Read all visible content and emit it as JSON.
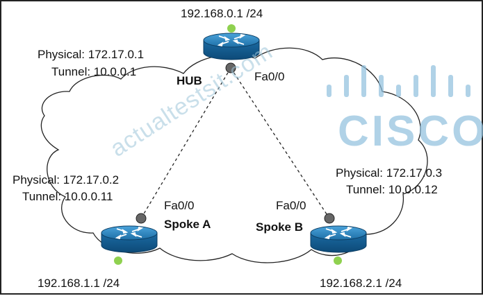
{
  "hub": {
    "name": "HUB",
    "lan": "192.168.0.1 /24",
    "physical": "Physical: 172.17.0.1",
    "tunnel": "Tunnel: 10.0.0.1",
    "interface": "Fa0/0"
  },
  "spoke_a": {
    "name": "Spoke A",
    "lan": "192.168.1.1 /24",
    "physical": "Physical: 172.17.0.2",
    "tunnel": "Tunnel: 10.0.0.11",
    "interface": "Fa0/0"
  },
  "spoke_b": {
    "name": "Spoke B",
    "lan": "192.168.2.1 /24",
    "physical": "Physical: 172.17.0.3",
    "tunnel": "Tunnel: 10.0.0.12",
    "interface": "Fa0/0"
  },
  "watermark": "actualtestsit.com",
  "logo": {
    "text": "CISCO",
    "color": "#8fc0de"
  },
  "colors": {
    "router_body": "#1a6fa8",
    "router_top": "#3b93cc",
    "port_dot": "#666666",
    "lan_dot": "#8fd14f"
  }
}
